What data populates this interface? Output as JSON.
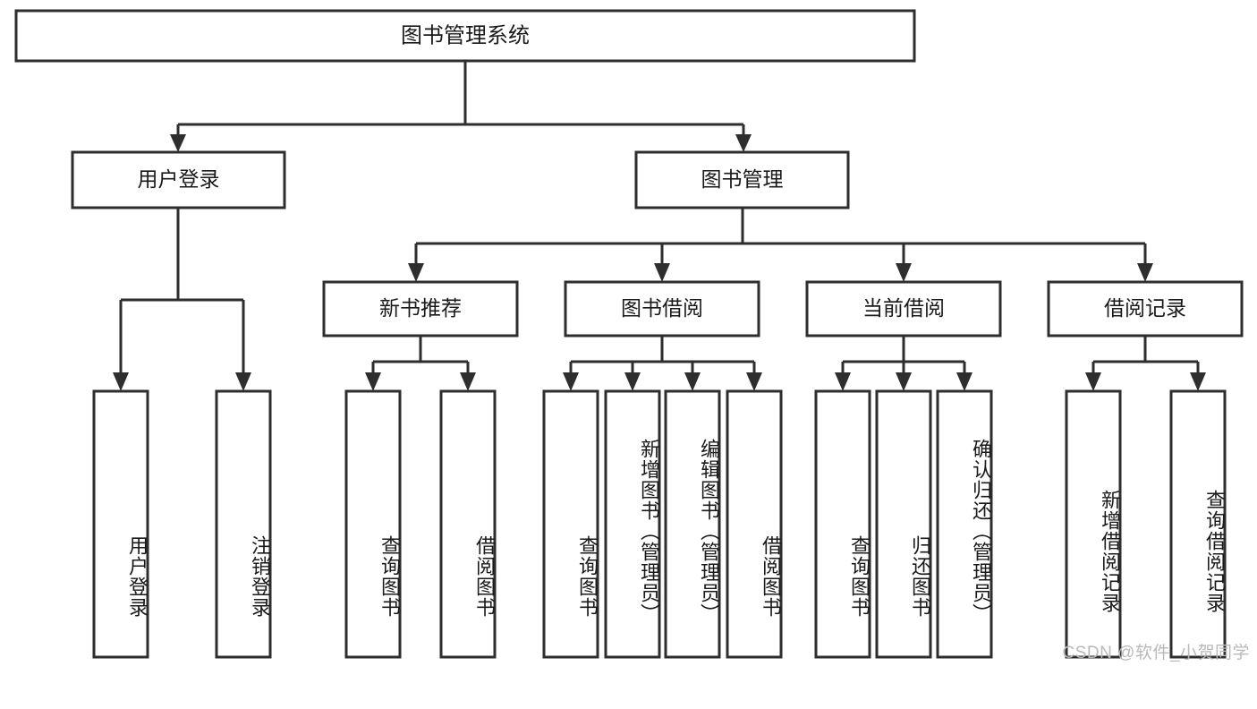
{
  "diagram": {
    "type": "tree-hierarchy-flowchart",
    "title": "图书管理系统",
    "watermark": "CSDN @软件_小贺同学",
    "colors": {
      "box_stroke": "#2e2e2e",
      "box_fill": "#ffffff",
      "text": "#1a1a1a",
      "connector": "#2e2e2e",
      "background": "#ffffff",
      "watermark": "#b9b9b9"
    },
    "root": {
      "label": "图书管理系统"
    },
    "level2": [
      {
        "label": "用户登录"
      },
      {
        "label": "图书管理"
      }
    ],
    "level3": [
      {
        "label": "新书推荐"
      },
      {
        "label": "图书借阅"
      },
      {
        "label": "当前借阅"
      },
      {
        "label": "借阅记录"
      }
    ],
    "leaves": {
      "user_login": [
        {
          "label": "用户登录"
        },
        {
          "label": "注销登录"
        }
      ],
      "new_book_recommend": [
        {
          "label": "查询图书"
        },
        {
          "label": "借阅图书"
        }
      ],
      "book_borrow": [
        {
          "label": "查询图书"
        },
        {
          "label": "新增图书（管理员）"
        },
        {
          "label": "编辑图书（管理员）"
        },
        {
          "label": "借阅图书"
        }
      ],
      "current_borrow": [
        {
          "label": "查询图书"
        },
        {
          "label": "归还图书"
        },
        {
          "label": "确认归还（管理员）"
        }
      ],
      "borrow_record": [
        {
          "label": "新增借阅记录"
        },
        {
          "label": "查询借阅记录"
        }
      ]
    }
  }
}
